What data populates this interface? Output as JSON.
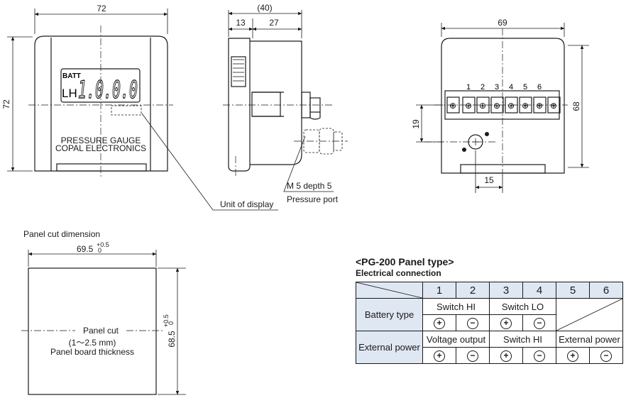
{
  "front_view": {
    "width_dim": "72",
    "height_dim": "72",
    "display_batt": "BATT",
    "display_lh": "LH",
    "display_digits": "1.0.0.0",
    "product_name": "PRESSURE GAUGE",
    "maker": "COPAL ELECTRONICS",
    "callout_unit": "Unit of display"
  },
  "side_view": {
    "total_dim": "(40)",
    "dim_13": "13",
    "dim_27": "27",
    "thread_label": "M 5 depth 5",
    "port_label": "Pressure port"
  },
  "rear_view": {
    "width_dim": "69",
    "height_dim": "68",
    "dim_19": "19",
    "dim_15": "15",
    "terminal_numbers": [
      "1",
      "2",
      "3",
      "4",
      "5",
      "6"
    ]
  },
  "panel_cut": {
    "title": "Panel cut dimension",
    "width_dim": "69.5",
    "width_tol_plus": "+0.5",
    "width_tol_minus": "0",
    "height_dim": "68.5",
    "height_tol_plus": "+0.5",
    "height_tol_minus": "0",
    "label_cut": "Panel cut",
    "label_range": "(1〜2.5 mm)",
    "label_thickness": "Panel board thickness"
  },
  "connection": {
    "title": "<PG-200 Panel type>",
    "subtitle": "Electrical connection",
    "columns": [
      "1",
      "2",
      "3",
      "4",
      "5",
      "6"
    ],
    "rows": [
      {
        "label": "Battery type",
        "groups": [
          "Switch HI",
          "Switch LO"
        ],
        "symbols": [
          "+",
          "−",
          "+",
          "−"
        ]
      },
      {
        "label": "External power",
        "groups": [
          "Voltage output",
          "Switch HI",
          "External power"
        ],
        "symbols": [
          "+",
          "−",
          "+",
          "−",
          "+",
          "−"
        ]
      }
    ]
  }
}
